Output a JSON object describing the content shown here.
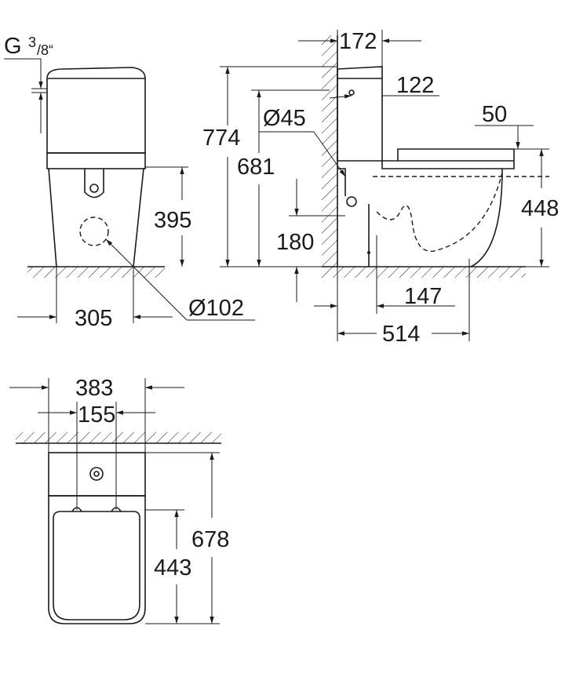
{
  "front_view": {
    "connection_label": "G",
    "connection_fraction_num": "3",
    "connection_fraction_den": "/8“",
    "height_395": "395",
    "width_305": "305",
    "outlet_diameter": "Ø102"
  },
  "side_view": {
    "tank_depth": "172",
    "inlet_offset": "122",
    "inlet_diameter": "Ø45",
    "total_height": "774",
    "tank_height": "681",
    "seat_offset": "50",
    "seat_height": "448",
    "outlet_height": "180",
    "outlet_distance": "147",
    "total_depth": "514"
  },
  "top_view": {
    "width_383": "383",
    "fixing_distance": "155",
    "total_length": "678",
    "bowl_length": "443"
  }
}
